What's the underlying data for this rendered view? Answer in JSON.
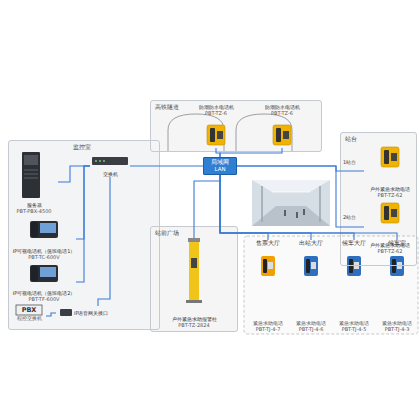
{
  "diagram": {
    "nodes": [
      {
        "text": [
          "监控室"
        ]
      },
      {
        "text": [
          "服务器",
          "PBT-PBX-4500"
        ],
        "in": 0
      },
      {
        "text": [
          "交换机"
        ],
        "in": 0
      },
      {
        "text": [
          "IP可视电话机（值班电话1）",
          "PBT-TC-600V"
        ],
        "in": 0
      },
      {
        "text": [
          "IP可视电话机（值班电话2）",
          "PBT-TF-600V"
        ],
        "in": 0
      },
      {
        "text": [
          "PBX",
          "程控交换机"
        ],
        "in": 0
      },
      {
        "text": [
          "IP语音网关接口"
        ],
        "in": 0
      },
      {
        "text": [
          "局域网",
          "LAN"
        ]
      },
      {
        "text": [
          "高铁隧道"
        ]
      },
      {
        "text": [
          "防潮防水电话机",
          "PBT-TZ-6"
        ],
        "in": 8
      },
      {
        "text": [
          "防潮防水电话机",
          "PBT-TZ-6"
        ],
        "in": 8
      },
      {
        "text": [
          "站台"
        ]
      },
      {
        "text": [
          "户外紧急求助电话",
          "PBT-TZ-62"
        ],
        "in": 11
      },
      {
        "text": [
          "户外紧急求助电话",
          "PBT-TZ-62"
        ],
        "in": 11
      },
      {
        "text": [
          "站前广场"
        ]
      },
      {
        "text": [
          "户外紧急求助报警柱",
          "PBT-TZ-2824"
        ],
        "in": 14
      },
      {
        "text": [
          "售票大厅",
          "紧急求助电话",
          "PBT-TJ-4-7"
        ]
      },
      {
        "text": [
          "出站大厅",
          "紧急求助电话",
          "PBT-TJ-4-6"
        ]
      },
      {
        "text": [
          "候车大厅",
          "紧急求助电话",
          "PBT-TJ-4-5"
        ]
      },
      {
        "text": [
          "候车室",
          "紧急求助电话",
          "PBT-TJ-4-3"
        ]
      }
    ],
    "edges": [
      {
        "from": 1,
        "to": 2,
        "arrow": "none"
      },
      {
        "from": 3,
        "to": 2,
        "arrow": "none"
      },
      {
        "from": 4,
        "to": 2,
        "arrow": "none"
      },
      {
        "from": 5,
        "to": 6,
        "arrow": "none"
      },
      {
        "from": 6,
        "to": 2,
        "arrow": "none"
      },
      {
        "from": 2,
        "to": 7,
        "arrow": "none"
      },
      {
        "from": 7,
        "to": 9,
        "arrow": "none"
      },
      {
        "from": 7,
        "to": 10,
        "arrow": "none"
      },
      {
        "from": 7,
        "to": 12,
        "arrow": "none"
      },
      {
        "from": 7,
        "to": 13,
        "arrow": "none"
      },
      {
        "from": 7,
        "to": 15,
        "arrow": "none"
      },
      {
        "from": 7,
        "to": 16,
        "arrow": "none"
      },
      {
        "from": 7,
        "to": 17,
        "arrow": "none"
      },
      {
        "from": 7,
        "to": 18,
        "arrow": "none"
      },
      {
        "from": 7,
        "to": 19,
        "arrow": "none"
      }
    ],
    "labels": [
      "1站台",
      "2站台"
    ]
  }
}
